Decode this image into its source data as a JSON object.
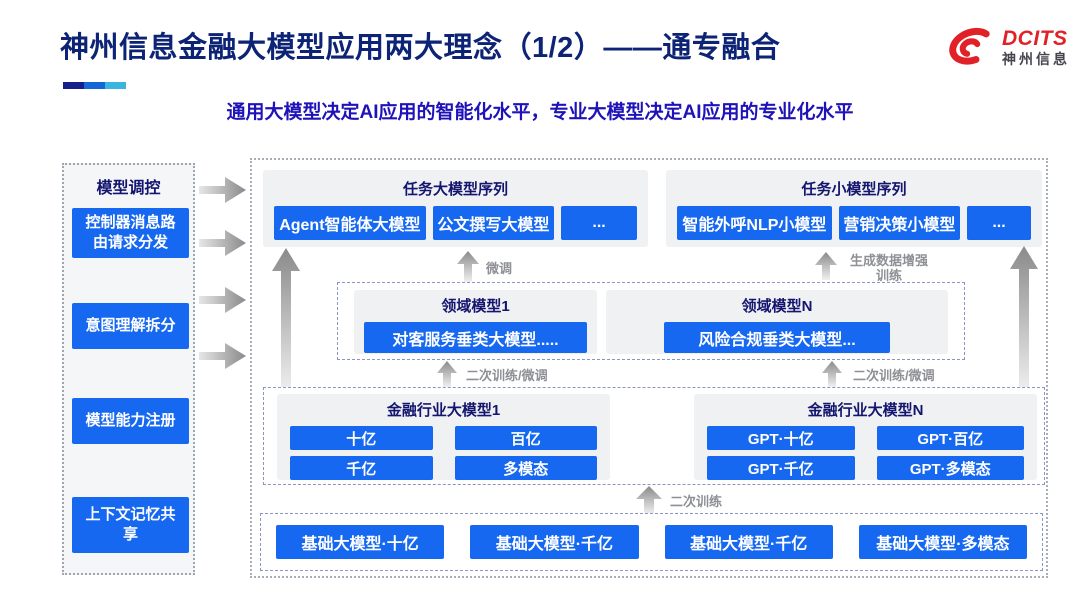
{
  "header": {
    "title": "神州信息金融大模型应用两大理念（1/2）——通专融合",
    "subtitle": "通用大模型决定AI应用的智能化水平，专业大模型决定AI应用的专业化水平",
    "logo": {
      "brand": "DCITS",
      "brand_cn": "神州信息"
    }
  },
  "colors": {
    "button_blue": "#1668f0",
    "title_navy": "#0d2375",
    "subtitle_blue": "#1f12b8",
    "logo_red": "#e02127",
    "group_bg": "#f0f1f3",
    "accent_segments": [
      "#151f8c",
      "#1467d8",
      "#3ab5e0"
    ]
  },
  "sidebar": {
    "title": "模型调控",
    "items": [
      {
        "label": "控制器消息路由请求分发"
      },
      {
        "label": "意图理解拆分"
      },
      {
        "label": "模型能力注册"
      },
      {
        "label": "上下文记忆共享"
      }
    ]
  },
  "diagram": {
    "task_large": {
      "title": "任务大模型序列",
      "items": [
        "Agent智能体大模型",
        "公文撰写大模型",
        "..."
      ]
    },
    "task_small": {
      "title": "任务小模型序列",
      "items": [
        "智能外呼NLP小模型",
        "营销决策小模型",
        "..."
      ]
    },
    "domain_groups": [
      {
        "title": "领域模型1",
        "item": "对客服务垂类大模型....."
      },
      {
        "title": "领域模型N",
        "item": "风险合规垂类大模型..."
      }
    ],
    "industry_groups": [
      {
        "title": "金融行业大模型1",
        "items": [
          "十亿",
          "百亿",
          "千亿",
          "多模态"
        ]
      },
      {
        "title": "金融行业大模型N",
        "items": [
          "GPT·十亿",
          "GPT·百亿",
          "GPT·千亿",
          "GPT·多模态"
        ]
      }
    ],
    "base_models": [
      "基础大模型·十亿",
      "基础大模型·千亿",
      "基础大模型·千亿",
      "基础大模型·多模态"
    ],
    "arrow_labels": {
      "fine_tune": "微调",
      "data_augment_line1": "生成数据增强",
      "data_augment_line2": "训练",
      "secondary_left": "二次训练/微调",
      "secondary_right": "二次训练/微调",
      "secondary_bottom": "二次训练"
    }
  }
}
